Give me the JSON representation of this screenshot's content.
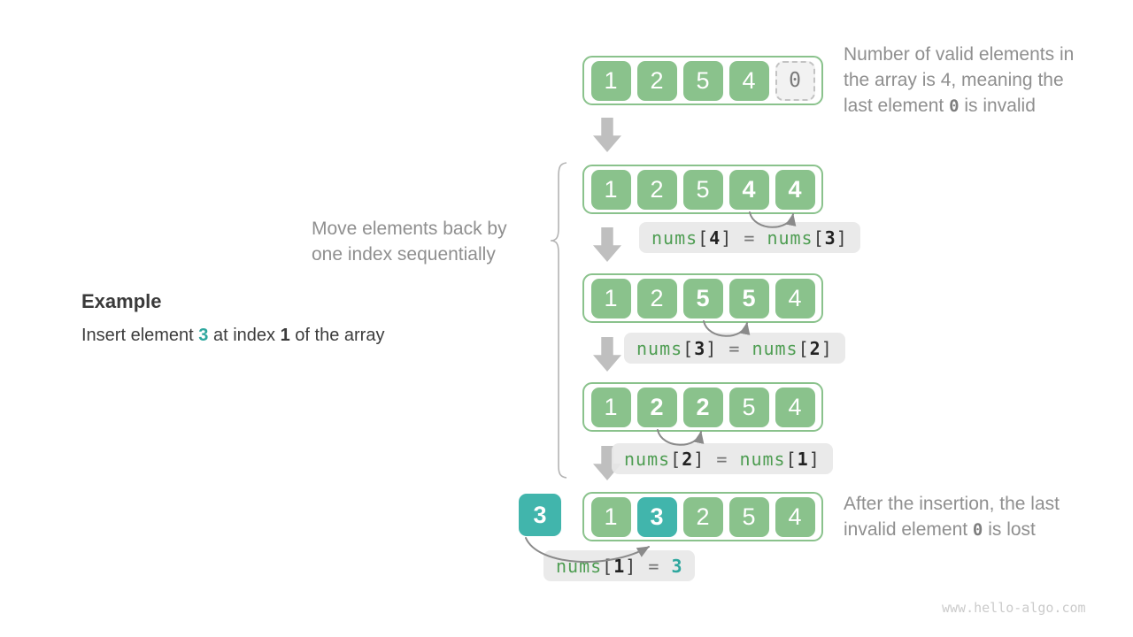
{
  "watermark": "www.hello-algo.com",
  "symbols": {
    "open": "[",
    "close": "]",
    "eq": " = "
  },
  "example": {
    "title": "Example",
    "pre": "Insert element ",
    "value": "3",
    "mid": " at index ",
    "index": "1",
    "post": " of the array"
  },
  "move_note": {
    "line1": "Move elements back by",
    "line2": "one index sequentially"
  },
  "top_note": {
    "line1": "Number of valid elements in",
    "line2": "the array is 4, meaning the",
    "line3_pre": "last element ",
    "line3_code": "0",
    "line3_post": " is invalid"
  },
  "bottom_note": {
    "line1": "After the insertion, the last",
    "line2_pre": "invalid element ",
    "line2_code": "0",
    "line2_post": " is lost"
  },
  "inserted_value": "3",
  "rows": [
    {
      "cells": [
        "1",
        "2",
        "5",
        "4",
        "0"
      ]
    },
    {
      "cells": [
        "1",
        "2",
        "5",
        "4",
        "4"
      ]
    },
    {
      "cells": [
        "1",
        "2",
        "5",
        "5",
        "4"
      ]
    },
    {
      "cells": [
        "1",
        "2",
        "2",
        "5",
        "4"
      ]
    },
    {
      "cells": [
        "1",
        "3",
        "2",
        "5",
        "4"
      ]
    }
  ],
  "assignments": [
    {
      "fn1": "nums",
      "i1": "4",
      "fn2": "nums",
      "i2": "3"
    },
    {
      "fn1": "nums",
      "i1": "3",
      "fn2": "nums",
      "i2": "2"
    },
    {
      "fn1": "nums",
      "i1": "2",
      "fn2": "nums",
      "i2": "1"
    },
    {
      "fn1": "nums",
      "i1": "1",
      "value": "3"
    }
  ],
  "colors": {
    "cell_green": "#8AC28C",
    "cell_teal": "#41B5AC",
    "code_green": "#4E9D52",
    "code_teal": "#2EA79E",
    "note_grey": "#8F8F8F",
    "arrow_grey": "#BFBFBF",
    "arc_grey": "#8A8A8A",
    "label_bg": "#E8E8E8"
  }
}
